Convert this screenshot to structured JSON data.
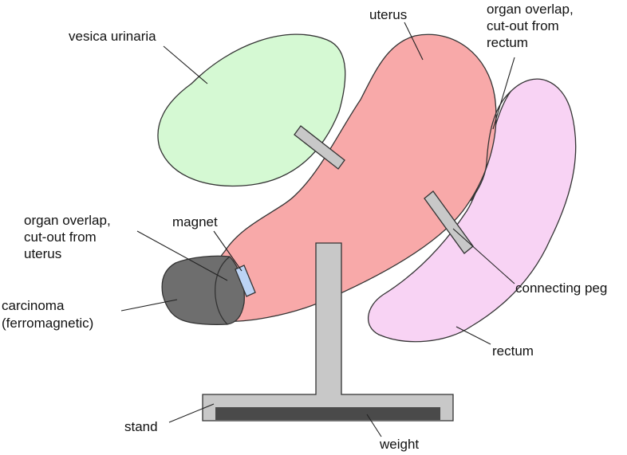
{
  "colors": {
    "bladder_fill": "#d5f9d3",
    "uterus_fill": "#f8a9a9",
    "rectum_fill": "#f8d3f4",
    "carcinoma_fill": "#6e6e6e",
    "magnet_fill": "#bcd3f4",
    "stand_fill": "#c8c8c8",
    "weight_fill": "#4a4a4a",
    "outline": "#333333"
  },
  "labels": {
    "vesica_urinaria": "vesica urinaria",
    "uterus": "uterus",
    "overlap_rectum": [
      "organ overlap,",
      "cut-out from",
      "rectum"
    ],
    "overlap_uterus": [
      "organ overlap,",
      "cut-out from",
      "uterus"
    ],
    "magnet": "magnet",
    "carcinoma": [
      "carcinoma",
      "(ferromagnetic)"
    ],
    "connecting_peg": "connecting peg",
    "rectum": "rectum",
    "stand": "stand",
    "weight": "weight"
  }
}
